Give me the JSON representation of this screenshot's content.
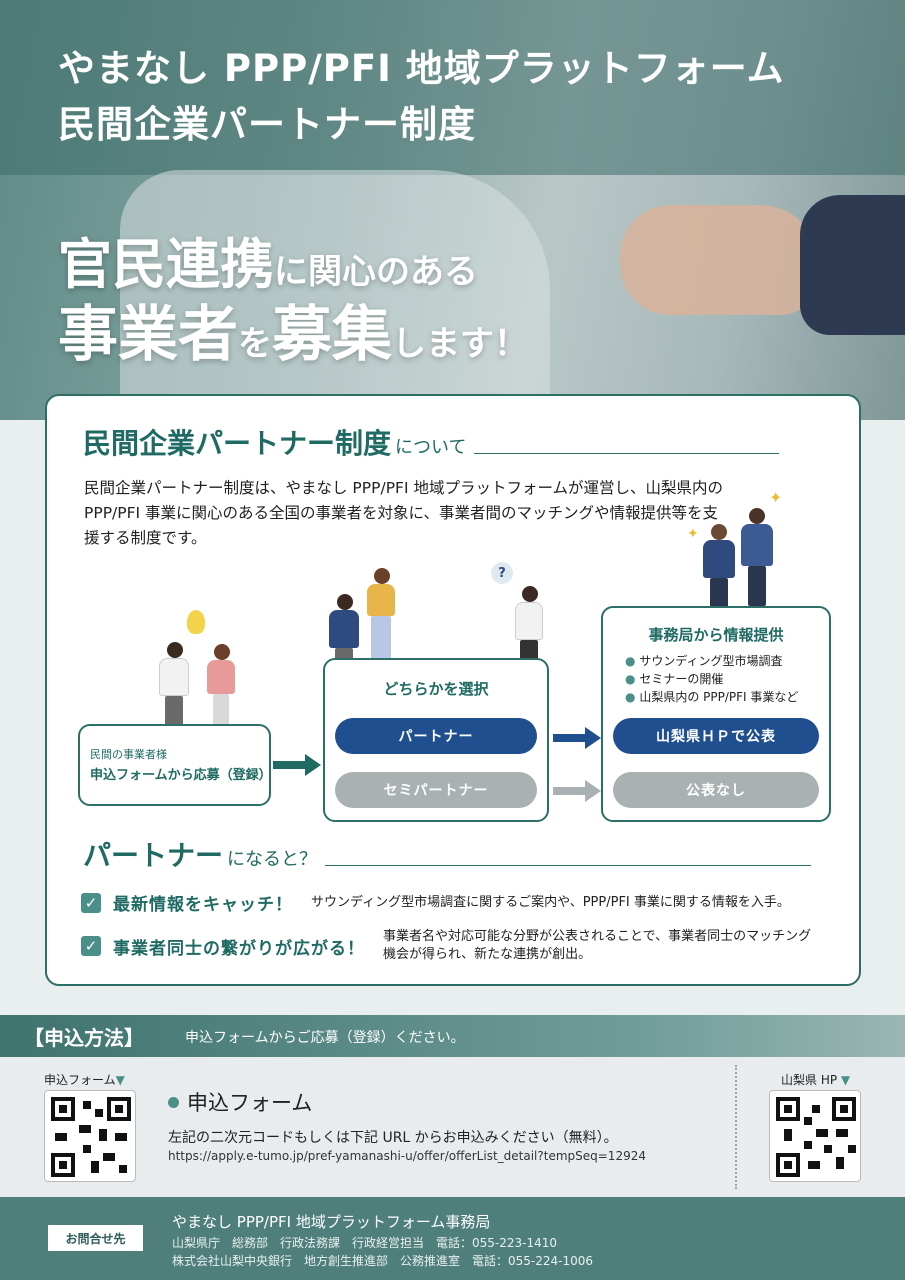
{
  "header": {
    "title_line1": "やまなし PPP/PFI 地域プラットフォーム",
    "title_line2": "民間企業パートナー制度"
  },
  "catch": {
    "l1_a": "官民連携",
    "l1_b": "に関心のある",
    "l2_a": "事業者",
    "l2_b": "を",
    "l2_c": "募集",
    "l2_d": "します！"
  },
  "about": {
    "heading_big": "民間企業パートナー制度",
    "heading_small": "について",
    "intro": "民間企業パートナー制度は、やまなし PPP/PFI 地域プラットフォームが運営し、山梨県内の PPP/PFI 事業に関心のある全国の事業者を対象に、事業者間のマッチングや情報提供等を支援する制度です。"
  },
  "flow": {
    "apply_small": "民間の事業者様",
    "apply_main": "申込フォームから応募（登録）",
    "choose_title": "どちらかを選択",
    "partner_label": "パートナー",
    "semi_label": "セミパートナー",
    "info_title": "事務局から情報提供",
    "info_items": [
      "サウンディング型市場調査",
      "セミナーの開催",
      "山梨県内の PPP/PFI 事業など"
    ],
    "publish_label": "山梨県ＨＰで公表",
    "nopublish_label": "公表なし",
    "question_mark": "?"
  },
  "merits": {
    "heading_big": "パートナー",
    "heading_small": "になると？",
    "items": [
      {
        "title": "最新情報をキャッチ！",
        "desc": "サウンディング型市場調査に関するご案内や、PPP/PFI 事業に関する情報を入手。"
      },
      {
        "title": "事業者同士の繋がりが広がる！",
        "desc_l1": "事業者名や対応可能な分野が公表されることで、事業者同士のマッチング",
        "desc_l2": "機会が得られ、新たな連携が創出。"
      }
    ]
  },
  "apply": {
    "label": "【申込方法】",
    "text": "申込フォームからご応募（登録）ください。",
    "qr_left_label": "申込フォーム",
    "qr_right_label": "山梨県 HP",
    "form_title": "申込フォーム",
    "form_desc": "左記の二次元コードもしくは下記 URL からお申込みください（無料）。",
    "form_url": "https://apply.e-tumo.jp/pref-yamanashi-u/offer/offerList_detail?tempSeq=12924"
  },
  "contact": {
    "badge": "お問合せ先",
    "org": "やまなし PPP/PFI 地域プラットフォーム事務局",
    "line1": "山梨県庁　総務部　行政法務課　行政経営担当　電話：055-223-1410",
    "line2": "株式会社山梨中央銀行　地方創生推進部　公務推進室　電話：055-224-1006"
  },
  "colors": {
    "accent_green": "#1f6b63",
    "partner_blue": "#1f4f8e",
    "semi_gray": "#a9b1b3"
  }
}
